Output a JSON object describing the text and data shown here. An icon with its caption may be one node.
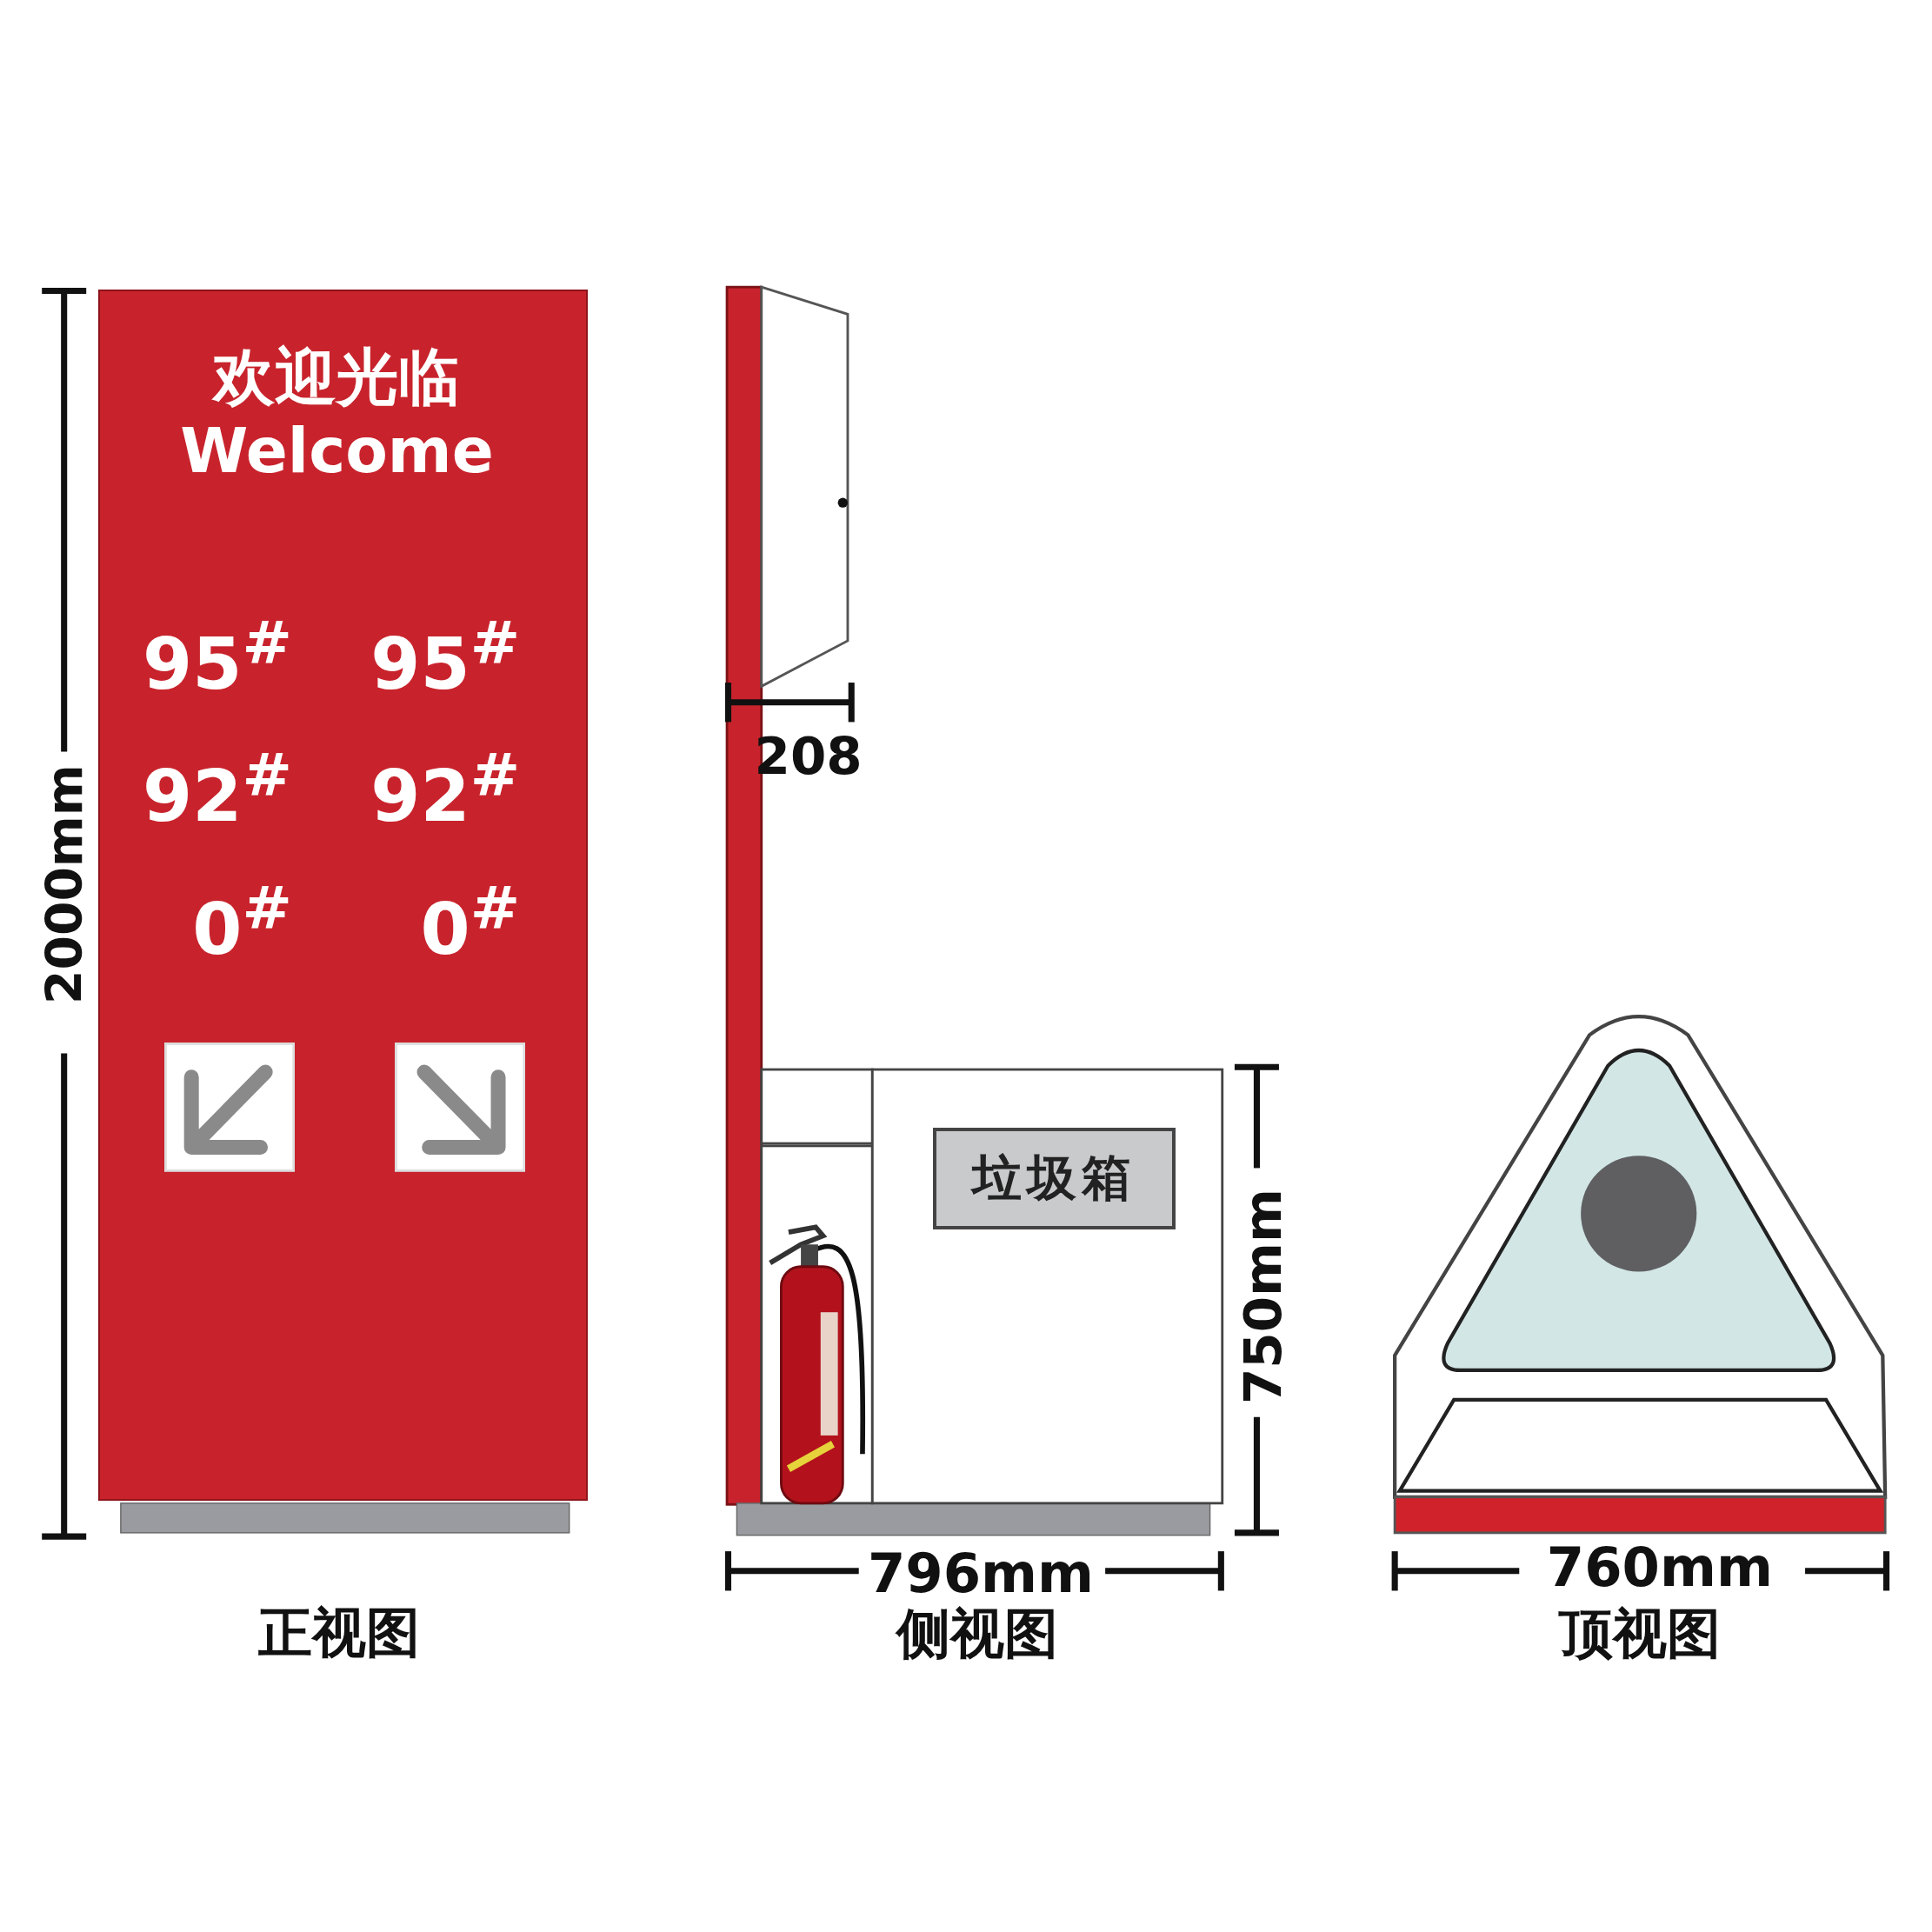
{
  "diagram": {
    "nodes": [
      {
        "text": [
          "欢迎光临",
          "Welcome"
        ]
      },
      {
        "text": [
          "垃圾箱"
        ]
      }
    ],
    "labels": [
      "95$^{#}$",
      "95$^{#}$",
      "92$^{#}$",
      "92$^{#}$",
      "0$^{#}$",
      "0$^{#}$",
      "2000mm",
      "208",
      "750mm",
      "796mm",
      "760mm",
      "正视图",
      "侧视图",
      "顶视图"
    ]
  }
}
